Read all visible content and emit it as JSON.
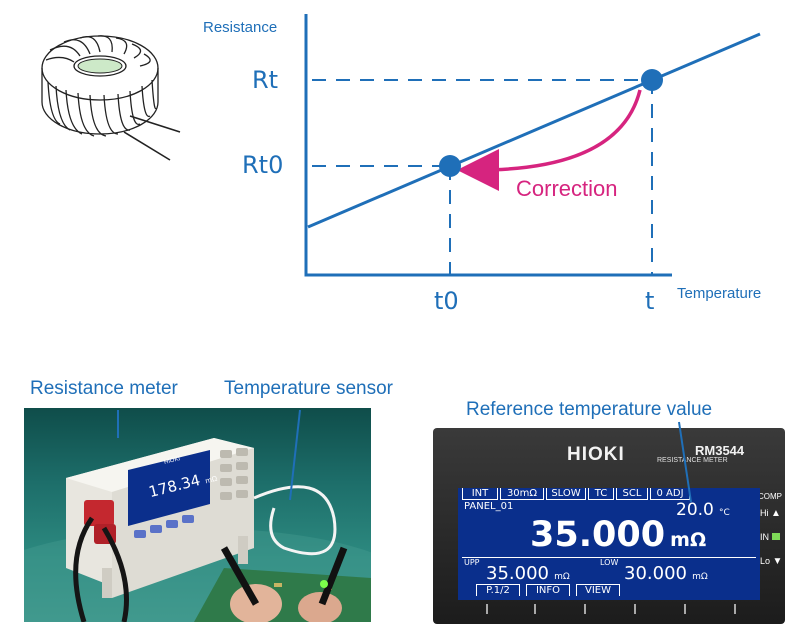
{
  "graph": {
    "y_axis_title": "Resistance",
    "x_axis_title": "Temperature",
    "y_labels": {
      "rt": "Rt",
      "rt0": "Rt0"
    },
    "x_labels": {
      "t0": "t0",
      "t": "t"
    },
    "annotation": "Correction"
  },
  "photo": {
    "caption_meter": "Resistance meter",
    "caption_sensor": "Temperature sensor",
    "device_brand": "HIOKI",
    "device_reading": "178.34",
    "device_unit": "mΩ"
  },
  "lcd": {
    "caption": "Reference temperature value",
    "brand": "HIOKI",
    "model": "RM3544",
    "model_sub": "RESISTANCE METER",
    "tabs": [
      "INT",
      "30mΩ",
      "SLOW",
      "TC",
      "SCL",
      "0 ADJ"
    ],
    "panel": "PANEL_01",
    "temp_value": "20.0",
    "temp_unit": "°C",
    "main_value": "35.000",
    "main_unit": "mΩ",
    "upp_label": "UPP",
    "upp_value": "35.000",
    "upp_unit": "mΩ",
    "low_label": "LOW",
    "low_value": "30.000",
    "low_unit": "mΩ",
    "buttons": [
      "P.1/2",
      "INFO",
      "VIEW"
    ],
    "comp": {
      "title": "COMP",
      "hi": "Hi",
      "in": "IN",
      "lo": "Lo"
    }
  },
  "colors": {
    "accent": "#1f6fb8",
    "correction": "#d6247f",
    "lcd": "#0a2f8c"
  }
}
